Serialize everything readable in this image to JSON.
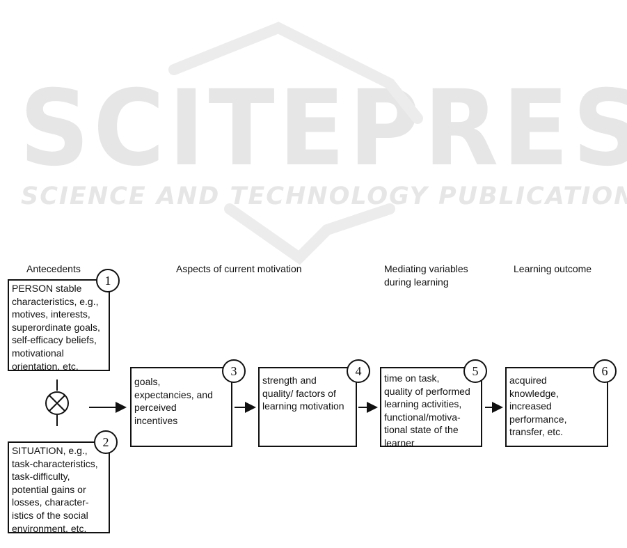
{
  "watermark": {
    "brand": "SCITEPRESS",
    "tagline": "SCIENCE AND TECHNOLOGY PUBLICATIONS"
  },
  "headers": {
    "antecedents": "Antecedents",
    "aspects": "Aspects of current motivation",
    "mediating": "Mediating variables\nduring learning",
    "outcome": "Learning outcome"
  },
  "boxes": [
    {
      "number": "1",
      "text": "PERSON stable\ncharacteristics, e.g.,\nmotives, interests,\nsuperordinate goals,\nself-efficacy beliefs,\nmotivational\norientation, etc."
    },
    {
      "number": "2",
      "text": "SITUATION, e.g.,\ntask-characteristics,\ntask-difficulty,\npotential gains or\nlosses, character-\nistics of the social\nenvironment, etc."
    },
    {
      "number": "3",
      "text": "goals,\nexpectancies, and\nperceived\nincentives"
    },
    {
      "number": "4",
      "text": "strength and\nquality/ factors of\nlearning motivation"
    },
    {
      "number": "5",
      "text": "time on task,\nquality of performed\nlearning activities,\nfunctional/motiva-\ntional state of the\nlearner"
    },
    {
      "number": "6",
      "text": "acquired\nknowledge,\nincreased\nperformance,\ntransfer, etc."
    }
  ]
}
